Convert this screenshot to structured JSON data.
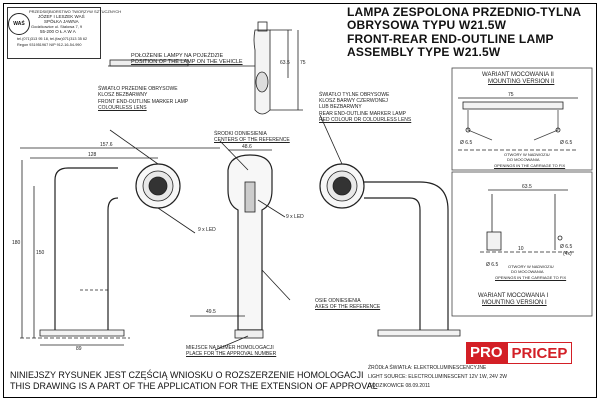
{
  "manufacturer": {
    "line1": "PRZEDSIĘBIORSTWO TWORZYW SZTUCZNYCH",
    "line2": "JÓZEF I LESZEK WAŚ",
    "line3": "SPÓŁKA JAWNA",
    "line4": "Godzikowice ul. Stalowa 7, 9",
    "line5": "55-200 O Ł A W A",
    "line6": "tel.(071)313 95 18, tel.(fax)071)313 35 62",
    "line7": "Regon 931951967 NIP 912-16-54-990",
    "logo": "WAŚ"
  },
  "title": {
    "pl1": "LAMPA ZESPOLONA PRZEDNIO-TYLNA",
    "pl2": "OBRYSOWA TYPU W21.5W",
    "en1": "FRONT-REAR END-OUTLINE LAMP",
    "en2": "ASSEMBLY TYPE W21.5W"
  },
  "labels": {
    "position_pl": "POŁOŻENIE LAMPY NA POJEŹDZIE",
    "position_en": "POSITION OF THE LAMP ON THE VEHICLE",
    "front_pl1": "ŚWIATŁO PRZEDNIE OBRYSOWE",
    "front_pl2": "KLOSZ BEZBARWNY",
    "front_en1": "FRONT END-OUTLINE MARKER LAMP",
    "front_en2": "COLOURLESS LENS",
    "centers_pl": "ŚRODKI ODNIESIENIA",
    "centers_en": "CENTERS OF THE REFERENCE",
    "rear_pl1": "ŚWIATŁO TYLNE OBRYSOWE",
    "rear_pl2": "KLOSZ BARWY CZERWONEJ",
    "rear_pl3": "LUB BEZBARWNY",
    "rear_en1": "REAR END-OUTLINE MARKER LAMP",
    "rear_en2": "RED COLOUR OR COLOURLESS LENS",
    "led1": "9 x LED",
    "led2": "9 x LED",
    "axes_pl": "OSIE ODNIESIENIA",
    "axes_en": "AXES OF THE REFERENCE",
    "hom_pl": "MIEJSCE NA NUMER HOMOLOGACJI",
    "hom_en": "PLACE FOR THE APPROVAL NUMBER",
    "v2_pl": "WARIANT MOCOWANIA II",
    "v2_en": "MOUNTING VERSION II",
    "v1_pl": "WARIANT MOCOWANIA I",
    "v1_en": "MOUNTING VERSION I",
    "hole_pl1": "OTWORY W NADWOZIU",
    "hole_pl2": "DO MOCOWANIA",
    "hole_en": "OPENINGS IN THE CARRIAGE TO FIX",
    "hole2_pl1": "OTWORY W NADWOZIU",
    "hole2_pl2": "DO MOCOWANIA",
    "hole2_en": "OPENINGS IN THE CARRIAGE TO FIX",
    "source_pl": "ŹRÓDŁA ŚWIATŁA: ELEKTROLUMINESCENCYJNE",
    "source_en": "LIGHT SOURCE: ELECTROLUMINESCENT 12V 1W, 24V 2W",
    "place_date": "GODZIKOWICE 08.09.2011"
  },
  "dims": {
    "d157": "157.6",
    "d128": "128",
    "d486": "48.6",
    "d180": "180",
    "d150": "150",
    "d495": "49.5",
    "d89": "89",
    "d635a": "63.5",
    "d75a": "75",
    "d75": "75",
    "d65a": "Ø 6.5",
    "d65b": "Ø 6.5",
    "d635": "63.5",
    "d65c": "Ø 6.5",
    "d65d": "Ø 6.5",
    "d4x": "(4x)",
    "d10": "10"
  },
  "footer": {
    "pl": "NINIEJSZY RYSUNEK JEST CZĘŚCIĄ WNIOSKU O ROZSZERZENIE HOMOLOGACJI",
    "en": "THIS DRAWING IS A PART OF THE APPLICATION FOR THE EXTENSION OF APPROVAL"
  },
  "brand": {
    "pro": "PRO",
    "pricep": "PRICEP"
  }
}
